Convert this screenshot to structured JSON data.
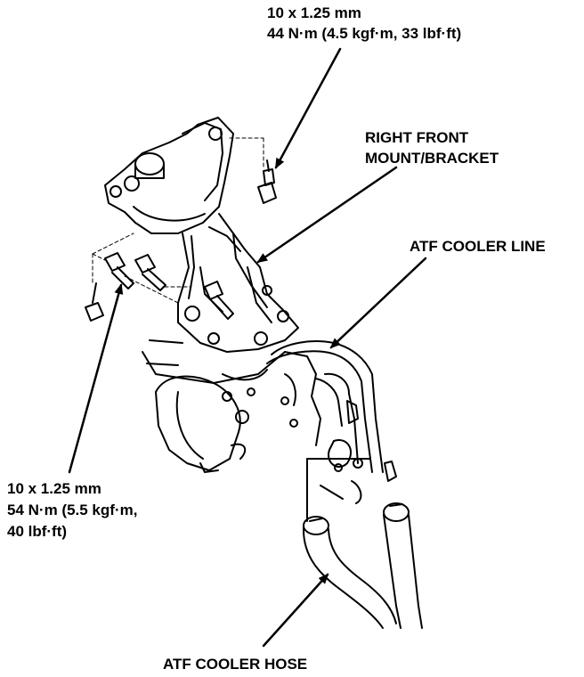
{
  "labels": {
    "top_bolt_line1": "10 x 1.25 mm",
    "top_bolt_line2": "44 N·m (4.5 kgf·m, 33 lbf·ft)",
    "mount_line1": "RIGHT FRONT",
    "mount_line2": "MOUNT/BRACKET",
    "cooler_line": "ATF COOLER LINE",
    "left_bolt_line1": "10 x 1.25 mm",
    "left_bolt_line2": "54 N·m (5.5 kgf·m,",
    "left_bolt_line3": "40 lbf·ft)",
    "cooler_hose": "ATF COOLER HOSE"
  }
}
